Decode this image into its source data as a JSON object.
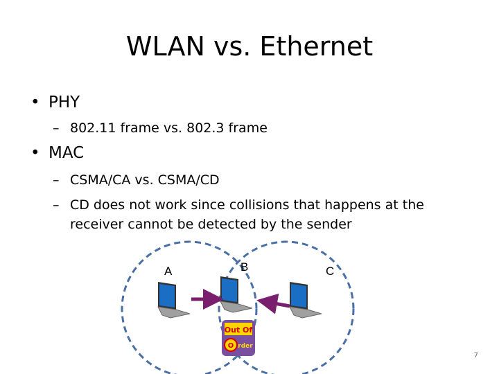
{
  "slide": {
    "title": "WLAN vs. Ethernet",
    "bullets": [
      {
        "label": "PHY",
        "subitems": [
          "802.11 frame vs. 802.3 frame"
        ]
      },
      {
        "label": "MAC",
        "subitems": [
          "CSMA/CA vs. CSMA/CD",
          "CD does not work since collisions that happens at the",
          "receiver cannot be detected by the sender"
        ]
      }
    ],
    "bullet_symbol": "•",
    "sub_symbol": "–"
  },
  "diagram": {
    "nodes": [
      {
        "label": "A",
        "icon": "laptop-icon"
      },
      {
        "label": "B",
        "icon": "laptop-icon"
      },
      {
        "label": "C",
        "icon": "laptop-icon"
      }
    ],
    "badge_text": "Out Of Order",
    "colors": {
      "range_circle": "#4a6fa5",
      "arrow": "#7a1f6e",
      "laptop_screen": "#1a6fc4",
      "laptop_body": "#a0a0a0"
    }
  },
  "page_number": "7"
}
